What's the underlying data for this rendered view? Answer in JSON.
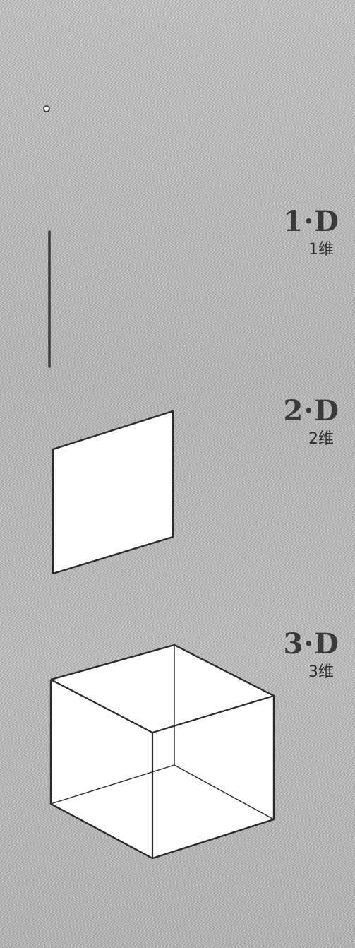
{
  "labels": {
    "one_d": {
      "code": "1·D",
      "text": "1维"
    },
    "two_d": {
      "code": "2·D",
      "text": "2维"
    },
    "three_d": {
      "code": "3·D",
      "text": "3维"
    }
  },
  "colors": {
    "background": "#c4c4c4",
    "ink": "#2a2a2a",
    "shape_fill": "#ffffff"
  }
}
